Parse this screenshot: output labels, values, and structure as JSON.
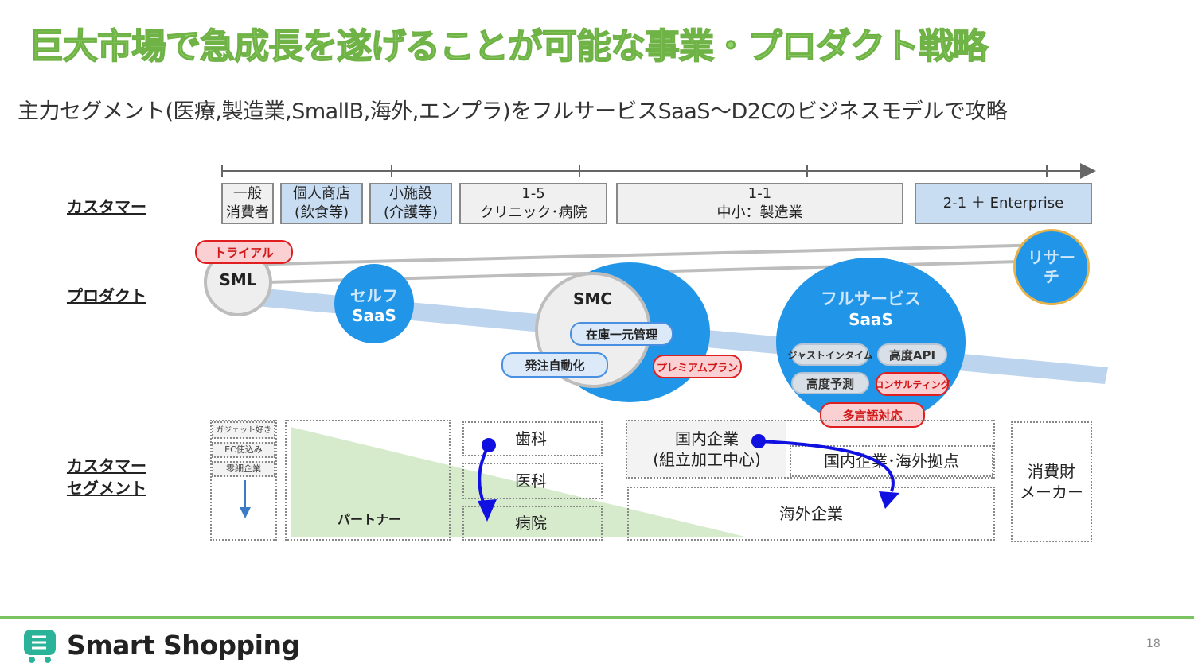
{
  "title": "巨大市場で急成長を遂げることが可能な事業・プロダクト戦略",
  "subtitle": "主力セグメント(医療,製造業,SmallB,海外,エンプラ)をフルサービスSaaS〜D2Cのビジネスモデルで攻略",
  "row_labels": {
    "customer": "カスタマー",
    "product": "プロダクト",
    "segment_line1": "カスタマー",
    "segment_line2": "セグメント"
  },
  "customers": [
    {
      "line1": "一般",
      "line2": "消費者"
    },
    {
      "line1": "個人商店",
      "line2": "(飲食等)"
    },
    {
      "line1": "小施設",
      "line2": "(介護等)"
    },
    {
      "line1": "1-5",
      "line2": "クリニック･病院"
    },
    {
      "line1": "1-1",
      "line2": "中小：製造業"
    },
    {
      "line1": "2-1 ＋ Enterprise",
      "line2": ""
    }
  ],
  "products": {
    "trial": "トライアル",
    "sml": "SML",
    "self_saas_line1": "セルフ",
    "self_saas_line2": "SaaS",
    "smc": "SMC",
    "inventory": "在庫一元管理",
    "auto_order": "発注自動化",
    "premium": "プレミアムプラン",
    "full_saas_line1": "フルサービス",
    "full_saas_line2": "SaaS",
    "just_in_time": "ジャストインタイム",
    "advanced_api": "高度API",
    "advanced_forecast": "高度予測",
    "consulting": "コンサルティング",
    "multilingual": "多言語対応",
    "research_line1": "リサー",
    "research_line2": "チ"
  },
  "segments": {
    "gadget": "ガジェット好き",
    "ec": "EC使込み",
    "small_company": "零細企業",
    "partner": "パートナー",
    "dental": "歯科",
    "medical": "医科",
    "hospital": "病院",
    "domestic_line1": "国内企業",
    "domestic_line2": "(組立加工中心)",
    "domestic_overseas": "国内企業･海外拠点",
    "overseas": "海外企業",
    "consumer_goods_line1": "消費財",
    "consumer_goods_line2": "メーカー"
  },
  "footer": {
    "brand": "Smart Shopping",
    "page": "18"
  },
  "colors": {
    "title_green": "#93d36b",
    "accent_blue": "#2196e8",
    "light_blue": "#b8d3ef",
    "trial_red": "#e02020",
    "partner_green": "#d6ebcc",
    "arrow_blue": "#1010e0"
  }
}
